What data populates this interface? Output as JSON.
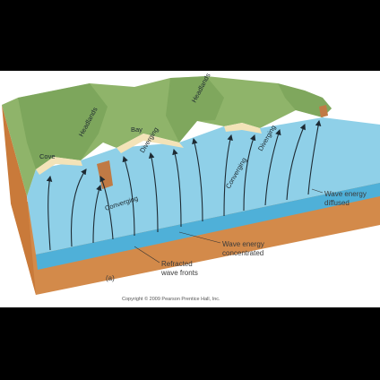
{
  "labels": {
    "headlands_left": "Headlands",
    "headlands_right": "Headlands",
    "bay": "Bay",
    "cove": "Cove",
    "diverging_1": "Diverging",
    "diverging_2": "Diverging",
    "converging_1": "Converging",
    "converging_2": "Converging",
    "wave_energy_diffused_1": "Wave energy",
    "wave_energy_diffused_2": "diffused",
    "wave_energy_concentrated_1": "Wave energy",
    "wave_energy_concentrated_2": "concentrated",
    "refracted_1": "Refracted",
    "refracted_2": "wave fronts",
    "panel_letter": "(a)",
    "copyright": "Copyright © 2009 Pearson Prentice Hall, Inc."
  },
  "colors": {
    "land_green": "#8fb46a",
    "land_dark": "#5f8a44",
    "sea": "#8fd0e8",
    "sea_side": "#4fb0d8",
    "sediment": "#d38a4a",
    "sand": "#f3e3b8"
  }
}
